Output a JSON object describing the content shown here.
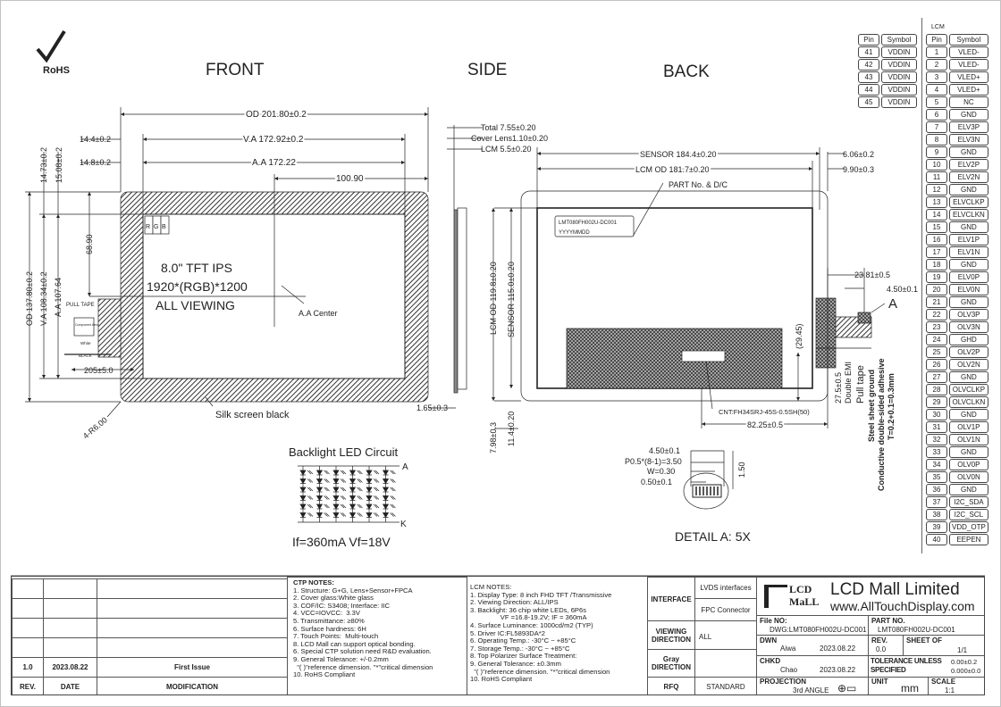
{
  "rohs": "RoHS",
  "views": {
    "front": "FRONT",
    "side": "SIDE",
    "back": "BACK"
  },
  "front": {
    "od_w": "OD 201.80±0.2",
    "va_w": "V.A 172.92±0.2",
    "aa_w": "A.A 172.22",
    "left_va": "14.4±0.2",
    "left_aa": "14.8±0.2",
    "center_x": "100.90",
    "top_va": "14.73±0.2",
    "top_aa": "15.08±0.2",
    "od_h": "OD 137.80±0.2",
    "va_h": "V.A 108.34±0.2",
    "aa_h": "A.A 107.64",
    "center_y": "68.90",
    "size": "8.0\" TFT IPS",
    "res": "1920*(RGB)*1200",
    "view": "ALL VIEWING",
    "aa_center": "A.A Center",
    "rgb": [
      "R",
      "G",
      "B"
    ],
    "pull_tape": "PULL TAPE",
    "white": "White",
    "black": "BLACK",
    "component": "Component Area",
    "cable": "205±5.0",
    "radius": "4-R6.00",
    "silk": "Silk screen black"
  },
  "side": {
    "total": "Total 7.55±0.20",
    "cover": "Cover Lens1.10±0.20",
    "lcm": "LCM 5.5±0.20",
    "gap": "1.65±0.3"
  },
  "back": {
    "sensor_w": "SENSOR 184.4±0.20",
    "lcm_w": "LCM OD 181.7±0.20",
    "r1": "6.06±0.2",
    "r2": "9.90±0.3",
    "part_dc": "PART No. & D/C",
    "part_label": "LMT080FH002U-DC001",
    "date_label": "YYYYMMDD",
    "lcm_h": "LCM OD 119.8±0.20",
    "sensor_h": "SENSOR 115.0±0.20",
    "b1": "7.98±0.3",
    "b2": "11.4±0.20",
    "ref": "(29.45)",
    "cnt": "CNT:FH34SRJ-45S-0.5SH(50)",
    "cnt_x": "82.25±0.5",
    "fpc1": "23.81±0.5",
    "fpc2": "4.50±0.1",
    "a": "A",
    "fpc3": "27.5±0.5",
    "emi": "Double EMI",
    "pull": "Pull tape",
    "steel": "Steel sheet ground",
    "adhesive": "Conductive double-sided adhesive",
    "thick": "T=0.2+0.1=0.3mm"
  },
  "detail": {
    "d1": "4.50±0.1",
    "d2": "P0.5*(8-1)=3.50",
    "d3": "W=0.30",
    "d4": "0.50±0.1",
    "d5": "1.50",
    "title": "DETAIL A: 5X"
  },
  "led": {
    "title": "Backlight LED Circuit",
    "anode": "A",
    "cathode": "K",
    "spec": "If=360mA  Vf=18V"
  },
  "pins": {
    "lcm_label": "LCM",
    "header": [
      "Pin",
      "Symbol"
    ],
    "left": [
      [
        "41",
        "VDDIN"
      ],
      [
        "42",
        "VDDIN"
      ],
      [
        "43",
        "VDDIN"
      ],
      [
        "44",
        "VDDIN"
      ],
      [
        "45",
        "VDDIN"
      ]
    ],
    "right": [
      [
        "1",
        "VLED-"
      ],
      [
        "2",
        "VLED-"
      ],
      [
        "3",
        "VLED+"
      ],
      [
        "4",
        "VLED+"
      ],
      [
        "5",
        "NC"
      ],
      [
        "6",
        "GND"
      ],
      [
        "7",
        "ELV3P"
      ],
      [
        "8",
        "ELV3N"
      ],
      [
        "9",
        "GND"
      ],
      [
        "10",
        "ELV2P"
      ],
      [
        "11",
        "ELV2N"
      ],
      [
        "12",
        "GND"
      ],
      [
        "13",
        "ELVCLKP"
      ],
      [
        "14",
        "ELVCLKN"
      ],
      [
        "15",
        "GND"
      ],
      [
        "16",
        "ELV1P"
      ],
      [
        "17",
        "ELV1N"
      ],
      [
        "18",
        "GND"
      ],
      [
        "19",
        "ELV0P"
      ],
      [
        "20",
        "ELV0N"
      ],
      [
        "21",
        "GND"
      ],
      [
        "22",
        "OLV3P"
      ],
      [
        "23",
        "OLV3N"
      ],
      [
        "24",
        "GHD"
      ],
      [
        "25",
        "OLV2P"
      ],
      [
        "26",
        "OLV2N"
      ],
      [
        "27",
        "GND"
      ],
      [
        "28",
        "OLVCLKP"
      ],
      [
        "29",
        "OLVCLKN"
      ],
      [
        "30",
        "GND"
      ],
      [
        "31",
        "OLV1P"
      ],
      [
        "32",
        "OLV1N"
      ],
      [
        "33",
        "GND"
      ],
      [
        "34",
        "OLV0P"
      ],
      [
        "35",
        "OLV0N"
      ],
      [
        "36",
        "GND"
      ],
      [
        "37",
        "I2C_SDA"
      ],
      [
        "38",
        "I2C_SCL"
      ],
      [
        "39",
        "VDD_OTP"
      ],
      [
        "40",
        "EEPEN"
      ]
    ]
  },
  "revisions": {
    "rows": [
      [
        "",
        "",
        ""
      ],
      [
        "",
        "",
        ""
      ],
      [
        "",
        "",
        ""
      ],
      [
        "",
        "",
        ""
      ],
      [
        "1.0",
        "2023.08.22",
        "First Issue"
      ]
    ],
    "header": [
      "REV.",
      "DATE",
      "MODIFICATION"
    ]
  },
  "ctp_notes": {
    "title": "CTP NOTES:",
    "body": "1. Structure: G+G, Lens+Sensor+FPCA\n2. Cover glass:White glass\n3. COF/IC: S3408; Interface: IIC\n4. VCC=IOVCC:  3.3V\n5. Transmittance: ≥80%\n6. Surface hardness: 6H\n7. Touch Points:  Multi-touch\n8. LCD Mall can support optical bonding.\n6. Special CTP solution need R&D evaluation.\n9. General Tolerance: +/-0.2mm\n  \"( )\"reference dimension. \"*\"critical dimension\n10. RoHS Compliant"
  },
  "lcm_notes": {
    "title": "LCM NOTES:",
    "body": "1. Display Type: 8 inch FHD TFT /Transmissive\n2. Viewing Direction: ALL/IPS\n3. Backlight: 36 chip white LEDs, 6P6s\n                VF =16.8-19.2V; IF = 360mA\n4. Surface Luminance: 1000cd/m2 (TYP)\n5. Driver IC:FL5893DA*2\n6. Operating Temp.: -30°C ~ +85°C\n7. Storage Temp.: -30°C ~ +85°C\n8. Top Polarizer Surface Treatment:\n9. General Tolerance: ±0.3mm\n  \"( )\"reference dimension. \"*\"critical dimension\n10. RoHS Compliant"
  },
  "spec": {
    "interface": "INTERFACE",
    "lvds": "LVDS interfaces",
    "fpc": "FPC Connector",
    "viewing": "VIEWING DIRECTION",
    "all": "ALL",
    "gray": "Gray DIRECTION",
    "rfq": "RFQ",
    "standard": "STANDARD"
  },
  "company": {
    "logo_top": "LCD",
    "logo_bottom": "MaLL",
    "name": "LCD Mall Limited",
    "url": "www.AllTouchDisplay.com"
  },
  "title_block": {
    "file_label": "File NO:",
    "file": "DWG:LMT080FH002U-DC001",
    "part_label": "PART NO.",
    "part": "LMT080FH002U-DC001",
    "dwn": "DWN",
    "dwn_name": "Aiwa",
    "dwn_date": "2023.08.22",
    "rev_label": "REV.",
    "rev": "0.0",
    "sheet_label": "SHEET OF",
    "sheet": "1/1",
    "chkd": "CHKD",
    "chkd_name": "Chao",
    "chkd_date": "2023.08.22",
    "tol_label": "TOLERANCE UNLESS SPECIFIED",
    "tol1": "0.00±0.2",
    "tol2": "0.000±0.0",
    "proj_label": "PROJECTION",
    "proj": "3rd ANGLE",
    "unit_label": "UNIT",
    "unit": "mm",
    "scale_label": "SCALE",
    "scale": "1:1"
  }
}
